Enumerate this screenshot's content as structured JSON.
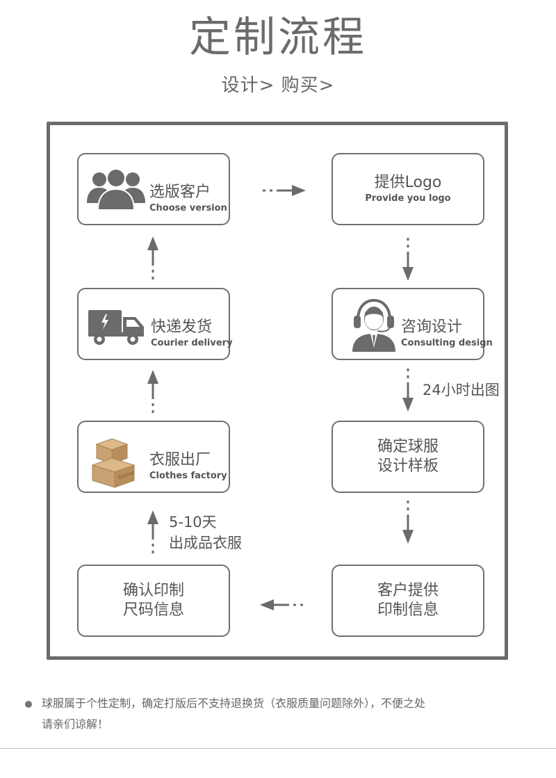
{
  "title": "定制流程",
  "subtitle": "设计> 购买>",
  "steps": {
    "choose": {
      "cn": "选版客户",
      "en": "Choose version",
      "icon": "users-group-icon"
    },
    "logo": {
      "cn": "提供Logo",
      "en": "Provide you logo"
    },
    "consult": {
      "cn": "咨询设计",
      "en": "Consulting design",
      "icon": "headset-agent-icon"
    },
    "confirm_design": {
      "line1": "确定球服",
      "line2": "设计样板"
    },
    "provide_print": {
      "line1": "客户提供",
      "line2": "印制信息"
    },
    "confirm_print": {
      "line1": "确认印制",
      "line2": "尺码信息"
    },
    "factory": {
      "cn": "衣服出厂",
      "en": "Clothes factory",
      "icon": "cardboard-boxes-icon",
      "box_label": "bashat"
    },
    "courier": {
      "cn": "快递发货",
      "en": "Courier delivery",
      "icon": "delivery-truck-icon"
    }
  },
  "notes": {
    "hours": "24小时出图",
    "days_line1": "5-10天",
    "days_line2": "出成品衣服"
  },
  "footer": {
    "line1": "球服属于个性定制，确定打版后不支持退换货（衣服质量问题除外），不便之处",
    "line2": "请亲们谅解！"
  },
  "colors": {
    "border": "#6b6b6b",
    "text": "#555555",
    "arrow": "#6b6b6b",
    "box_tan": "#c9a273"
  }
}
